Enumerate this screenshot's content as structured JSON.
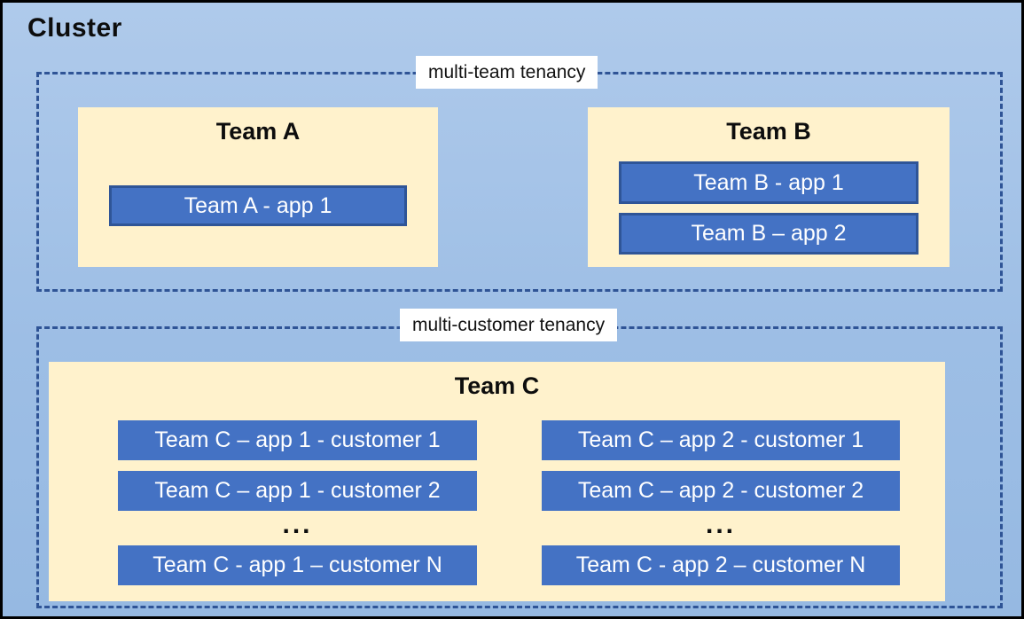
{
  "cluster": {
    "title": "Cluster"
  },
  "multi_team": {
    "label": "multi-team tenancy",
    "team_a": {
      "title": "Team A",
      "app1": "Team A - app 1"
    },
    "team_b": {
      "title": "Team B",
      "app1": "Team B - app 1",
      "app2": "Team B – app 2"
    }
  },
  "multi_customer": {
    "label": "multi-customer tenancy",
    "team_c": {
      "title": "Team C",
      "col1": {
        "row1": "Team C – app 1 - customer 1",
        "row2": "Team C – app 1 - customer 2",
        "ellipsis": "...",
        "rowN": "Team C - app 1 – customer N"
      },
      "col2": {
        "row1": "Team C – app 2 - customer 1",
        "row2": "Team C – app 2 - customer 2",
        "ellipsis": "...",
        "rowN": "Team C - app 2 – customer N"
      }
    }
  },
  "colors": {
    "cluster_bg_top": "#AFCAEB",
    "cluster_bg_bottom": "#96B9E2",
    "team_box_bg": "#FFF2CC",
    "app_box_fill": "#4472C4",
    "app_box_border": "#2F5597",
    "dashed_border": "#2F5496",
    "outer_border": "#000000",
    "label_bg": "#FFFFFF",
    "title_text": "#0d0d0d",
    "app_text": "#FFFFFF"
  }
}
